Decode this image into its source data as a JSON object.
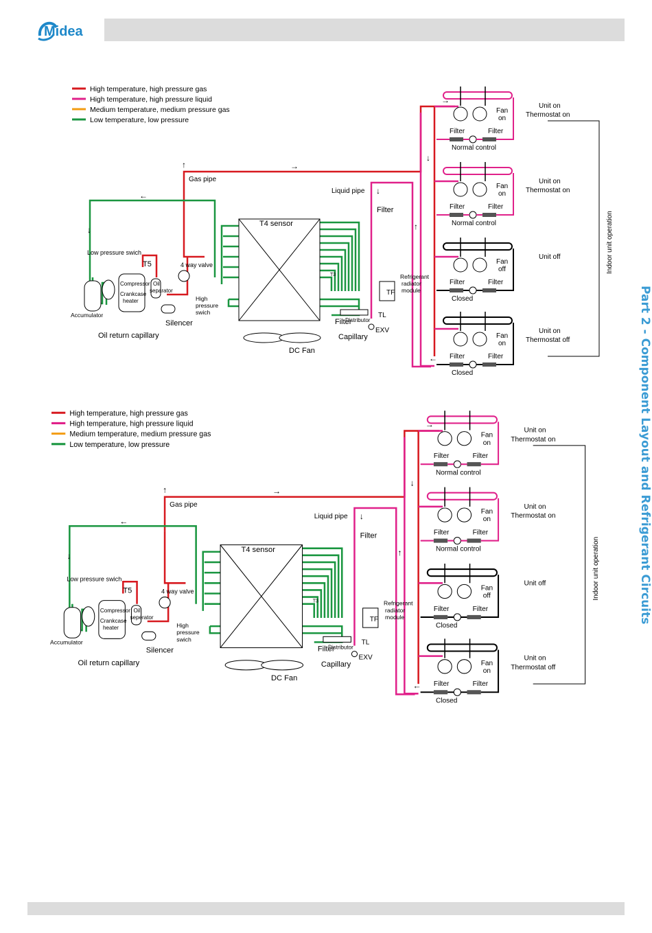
{
  "header": {
    "brand": "Midea"
  },
  "side_title": "Part 2 - Component Layout and Refrigerant Circuits",
  "colors": {
    "high_gas": "#d7191f",
    "high_liquid": "#e0218a",
    "medium_gas": "#f39c12",
    "low": "#1a9640",
    "brand_blue": "#1e88c9",
    "side_title": "#3a9bd4"
  },
  "diagrams": [
    {
      "legend": [
        "High temperature, high pressure gas",
        "High temperature, high pressure liquid",
        "Medium temperature, medium pressure gas",
        "Low temperature, low pressure"
      ],
      "labels": {
        "gas_pipe": "Gas pipe",
        "liquid_pipe": "Liquid pipe",
        "filter": "Filter",
        "t4_sensor": "T4  sensor",
        "low_pressure_switch": "Low pressure swich",
        "t5": "T5",
        "four_way_valve": "4 way valve",
        "compressor": "Compressor",
        "crankcase": "Crankcase",
        "heater": "heater",
        "oil": "Oil",
        "separator": "separator",
        "high": "High",
        "pressure": "pressure",
        "switch": "swich",
        "accumulator": "Accumulator",
        "silencer": "Silencer",
        "oil_return_capillary": "Oil return capillary",
        "t3": "T3",
        "distributor": "Distributor",
        "refrigerant": "Refrigerant",
        "radiator": "radiator",
        "module": "module",
        "tf": "TF",
        "tl": "TL",
        "exv": "EXV",
        "capillary": "Capillary",
        "dc_fan": "DC Fan",
        "indoor_unit_operation": "Indoor unit operation"
      },
      "units": [
        {
          "fan_word": "Fan",
          "fan_state": "on",
          "filter_left": "Filter",
          "filter_right": "Filter",
          "control": "Normal control",
          "status1": "Unit on",
          "status2": "Thermostat on"
        },
        {
          "fan_word": "Fan",
          "fan_state": "on",
          "filter_left": "Filter",
          "filter_right": "Filter",
          "control": "Normal control",
          "status1": "Unit on",
          "status2": "Thermostat on"
        },
        {
          "fan_word": "Fan",
          "fan_state": "off",
          "filter_left": "Filter",
          "filter_right": "Filter",
          "control": "Closed",
          "status1": "Unit off",
          "status2": ""
        },
        {
          "fan_word": "Fan",
          "fan_state": "on",
          "filter_left": "Filter",
          "filter_right": "Filter",
          "control": "Closed",
          "status1": "Unit on",
          "status2": "Thermostat off"
        }
      ]
    },
    {
      "legend": [
        "High temperature, high pressure gas",
        "High temperature, high pressure liquid",
        "Medium temperature, medium pressure gas",
        "Low temperature, low pressure"
      ],
      "labels": {
        "gas_pipe": "Gas pipe",
        "liquid_pipe": "Liquid pipe",
        "filter": "Filter",
        "t4_sensor": "T4  sensor",
        "low_pressure_switch": "Low pressure swich",
        "t5": "T5",
        "four_way_valve": "4 way valve",
        "compressor": "Compressor",
        "crankcase": "Crankcase",
        "heater": "heater",
        "oil": "Oil",
        "separator": "seperator",
        "high": "High",
        "pressure": "pressure",
        "switch": "swich",
        "accumulator": "Accumulator",
        "silencer": "Silencer",
        "oil_return_capillary": "Oil return capillary",
        "t3": "T3",
        "distributor": "Distributor",
        "refrigerant": "Refrigerant",
        "radiator": "radiator",
        "module": "module",
        "tf": "TF",
        "tl": "TL",
        "exv": "EXV",
        "capillary": "Capillary",
        "dc_fan": "DC Fan",
        "indoor_unit_operation": "Indoor unit operation"
      },
      "units": [
        {
          "fan_word": "Fan",
          "fan_state": "on",
          "filter_left": "Filter",
          "filter_right": "Filter",
          "control": "Normal control",
          "status1": "Unit on",
          "status2": "Thermostat on"
        },
        {
          "fan_word": "Fan",
          "fan_state": "on",
          "filter_left": "Filter",
          "filter_right": "Filter",
          "control": "Normal control",
          "status1": "Unit on",
          "status2": "Thermostat on"
        },
        {
          "fan_word": "Fan",
          "fan_state": "off",
          "filter_left": "Filter",
          "filter_right": "Filter",
          "control": "Closed",
          "status1": "Unit off",
          "status2": ""
        },
        {
          "fan_word": "Fan",
          "fan_state": "on",
          "filter_left": "Filter",
          "filter_right": "Filter",
          "control": "Closed",
          "status1": "Unit on",
          "status2": "Thermostat off"
        }
      ]
    }
  ]
}
